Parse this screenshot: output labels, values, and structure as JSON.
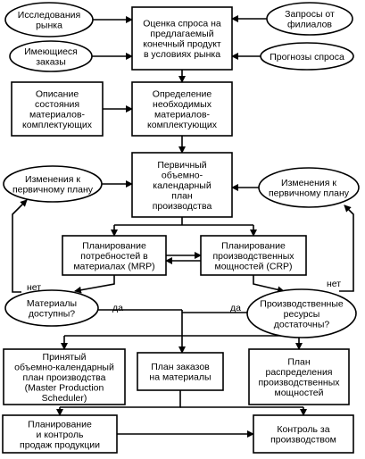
{
  "nodes": [
    {
      "id": "market-research",
      "shape": "ellipse",
      "lines": [
        "Исследования",
        "рынка"
      ]
    },
    {
      "id": "demand-estimate",
      "shape": "rect",
      "lines": [
        "Оценка спроса на",
        "предлагаемый",
        "конечный продукт",
        "в условиях рынка"
      ]
    },
    {
      "id": "branch-requests",
      "shape": "ellipse",
      "lines": [
        "Запросы от",
        "филиалов"
      ]
    },
    {
      "id": "existing-orders",
      "shape": "ellipse",
      "lines": [
        "Имеющиеся",
        "заказы"
      ]
    },
    {
      "id": "demand-forecasts",
      "shape": "ellipse",
      "lines": [
        "Прогнозы спроса"
      ]
    },
    {
      "id": "materials-state",
      "shape": "rect",
      "lines": [
        "Описание",
        "состояния",
        "материалов-",
        "комплектующих"
      ]
    },
    {
      "id": "materials-needed",
      "shape": "rect",
      "lines": [
        "Определение",
        "необходимых",
        "материалов-",
        "комплектующих"
      ]
    },
    {
      "id": "primary-plan",
      "shape": "rect",
      "lines": [
        "Первичный",
        "объемно-",
        "календарный",
        "план",
        "производства"
      ]
    },
    {
      "id": "changes-left",
      "shape": "ellipse",
      "lines": [
        "Изменения к",
        "первичному плану"
      ]
    },
    {
      "id": "changes-right",
      "shape": "ellipse",
      "lines": [
        "Изменения к",
        "первичному плану"
      ]
    },
    {
      "id": "mrp",
      "shape": "rect",
      "lines": [
        "Планирование",
        "потребностей в",
        "материалах (MRP)"
      ]
    },
    {
      "id": "crp",
      "shape": "rect",
      "lines": [
        "Планирование",
        "производственных",
        "мощностей (CRP)"
      ]
    },
    {
      "id": "materials-available",
      "shape": "ellipse",
      "lines": [
        "Материалы",
        "доступны?"
      ]
    },
    {
      "id": "resources-enough",
      "shape": "ellipse",
      "lines": [
        "Производственные",
        "ресурсы",
        "достаточны?"
      ]
    },
    {
      "id": "mps",
      "shape": "rect",
      "lines": [
        "Принятый",
        "объемно-календарный",
        "план производства",
        "(Master Production",
        "Scheduler)"
      ]
    },
    {
      "id": "material-orders",
      "shape": "rect",
      "lines": [
        "План заказов",
        "на материалы"
      ]
    },
    {
      "id": "capacity-plan",
      "shape": "rect",
      "lines": [
        "План",
        "распределения",
        "производственных",
        "мощностей"
      ]
    },
    {
      "id": "sales-planning",
      "shape": "rect",
      "lines": [
        "Планирование",
        "и контроль",
        "продаж продукции"
      ]
    },
    {
      "id": "production-control",
      "shape": "rect",
      "lines": [
        "Контроль за",
        "производством"
      ]
    }
  ],
  "edge_labels": {
    "no_left": "нет",
    "yes_left": "да",
    "no_right": "нет",
    "yes_right": "да"
  }
}
